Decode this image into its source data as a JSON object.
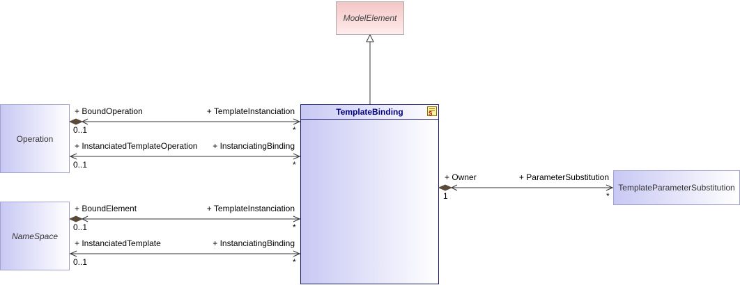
{
  "classes": {
    "model_element": "ModelElement",
    "template_binding": "TemplateBinding",
    "operation": "Operation",
    "namespace": "NameSpace",
    "template_parameter_substitution": "TemplateParameterSubstitution"
  },
  "icons": {
    "template_binding_icon": "stereotype-s-icon"
  },
  "associations": {
    "bound_operation": {
      "source_role": "+ BoundOperation",
      "source_mult": "0..1",
      "target_role": "+ TemplateInstanciation",
      "target_mult": "*"
    },
    "instanciated_template_operation": {
      "source_role": "+ InstanciatedTemplateOperation",
      "source_mult": "0..1",
      "target_role": "+ InstanciatingBinding",
      "target_mult": "*"
    },
    "bound_element": {
      "source_role": "+ BoundElement",
      "source_mult": "0..1",
      "target_role": "+ TemplateInstanciation",
      "target_mult": "*"
    },
    "instanciated_template": {
      "source_role": "+ InstanciatedTemplate",
      "source_mult": "0..1",
      "target_role": "+ InstanciatingBinding",
      "target_mult": "*"
    },
    "owner": {
      "source_role": "+ Owner",
      "source_mult": "1",
      "target_role": "+ ParameterSubstitution",
      "target_mult": "*"
    }
  },
  "colors": {
    "class_fill": "#c8c8f4",
    "abstract_root_fill": "#f4c6c6",
    "selected_border": "#1a1a6e",
    "title_text": "#000080"
  }
}
